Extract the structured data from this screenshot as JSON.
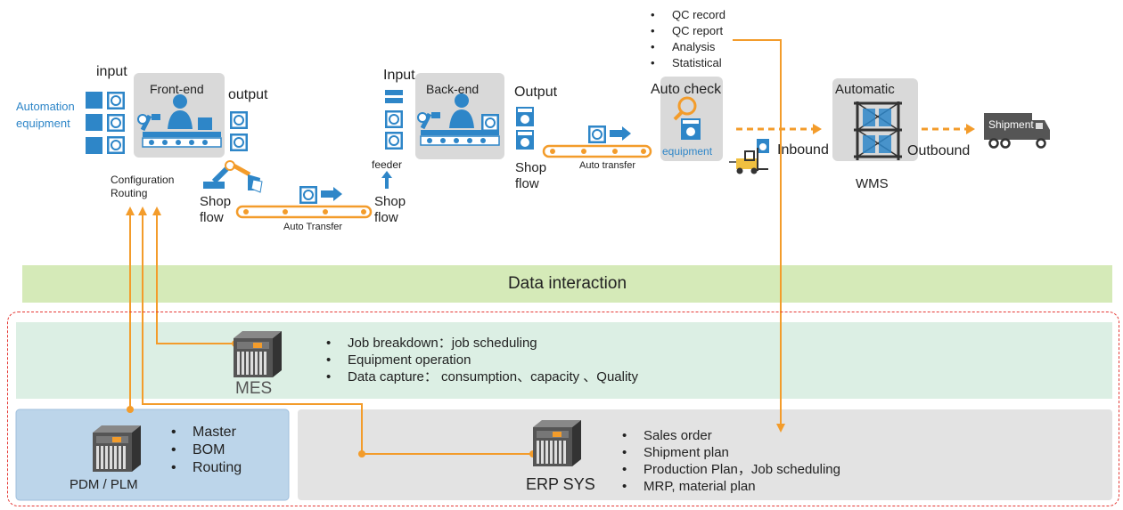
{
  "top": {
    "input_label": "input",
    "automation_label_1": "Automation",
    "automation_label_2": "equipment",
    "front_end_label": "Front-end",
    "output_label": "output",
    "config_label_1": "Configuration",
    "config_label_2": "Routing",
    "shop_flow_1a": "Shop",
    "shop_flow_1b": "flow",
    "auto_transfer_1": "Auto Transfer",
    "feeder_label": "feeder",
    "shop_flow_2a": "Shop",
    "shop_flow_2b": "flow",
    "input2_label": "Input",
    "back_end_label": "Back-end",
    "output2_label": "Output",
    "shop_flow_3a": "Shop",
    "shop_flow_3b": "flow",
    "auto_transfer_2": "Auto transfer",
    "auto_check_label": "Auto check",
    "equipment_label": "equipment",
    "qc_items": [
      "QC record",
      "QC report",
      "Analysis",
      "Statistical"
    ],
    "inbound_label": "Inbound",
    "automatic_label": "Automatic",
    "wms_label": "WMS",
    "outbound_label": "Outbound",
    "shipment_label": "Shipment"
  },
  "data_interaction": {
    "label": "Data interaction"
  },
  "mes": {
    "label": "MES",
    "items": [
      "Job breakdown：job scheduling",
      "Equipment operation",
      "Data capture： consumption、capacity 、Quality"
    ]
  },
  "pdm": {
    "label": "PDM / PLM",
    "items": [
      "Master",
      "BOM",
      "Routing"
    ]
  },
  "erp": {
    "label": "ERP SYS",
    "items": [
      "Sales order",
      "Shipment plan",
      "Production Plan，Job scheduling",
      "MRP, material plan"
    ]
  },
  "colors": {
    "orange": "#f39c2b",
    "blue": "#2e86c8",
    "green_band": "#d5eab8",
    "mes_bg": "#dcefe4",
    "pdm_bg": "#bcd5ea",
    "erp_bg": "#e3e3e3",
    "grey_box": "#d9d9d9",
    "dark": "#333333"
  },
  "icons": [
    "robot-arm-icon",
    "worker-icon",
    "conveyor-icon",
    "washer-icon",
    "magnifier-icon",
    "forklift-icon",
    "warehouse-rack-icon",
    "truck-icon",
    "server-icon",
    "arrow-right-icon"
  ]
}
